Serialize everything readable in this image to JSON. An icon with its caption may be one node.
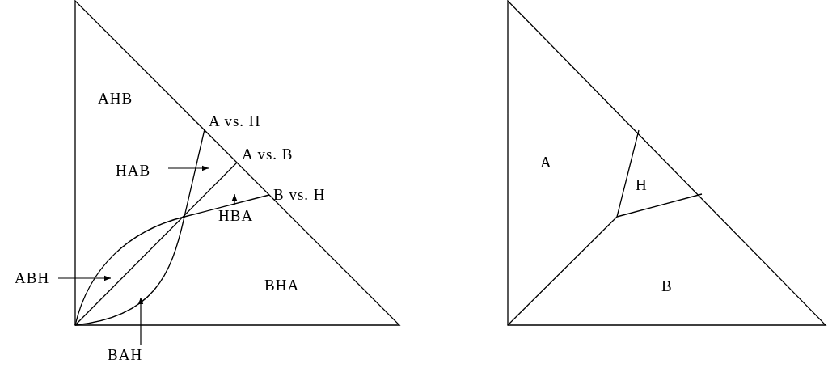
{
  "diagram": {
    "nodes": [
      {
        "text": [
          "HAB"
        ]
      },
      {
        "text": [
          "HBA"
        ]
      },
      {
        "text": [
          "ABH"
        ]
      },
      {
        "text": [
          "BAH"
        ]
      }
    ],
    "edges": [
      {
        "from": 0,
        "to": null,
        "arrow": "to"
      },
      {
        "from": 1,
        "to": null,
        "arrow": "to"
      },
      {
        "from": 2,
        "to": null,
        "arrow": "to"
      },
      {
        "from": 3,
        "to": null,
        "arrow": "to"
      }
    ],
    "labels": [
      "AHB",
      "A vs. H",
      "A vs. B",
      "B vs. H",
      "BHA",
      "A",
      "H",
      "B"
    ]
  }
}
